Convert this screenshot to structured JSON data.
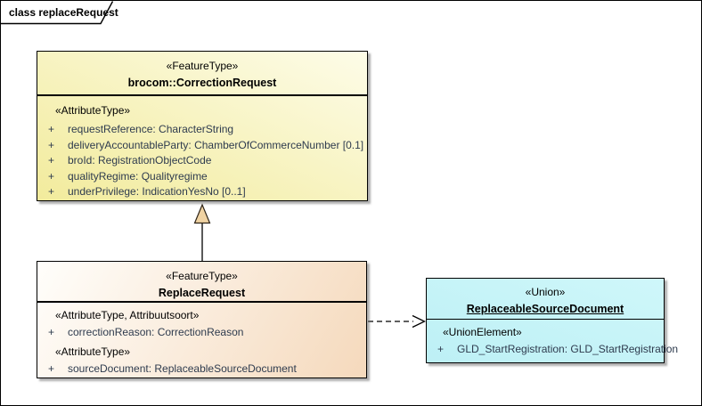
{
  "diagram_frame": {
    "label": "class replaceRequest"
  },
  "colors": {
    "correction_request_fill_start": "#f2eb9c",
    "correction_request_fill_end": "#fdfce8",
    "replace_request_fill_start": "#f5d9bc",
    "replace_request_fill_end": "#fffefb",
    "union_fill_start": "#bdf0f5",
    "union_fill_end": "#cff7fa",
    "generalization_arrow_fill": "#f0d3a3",
    "box_border": "#000000",
    "attribute_text": "#2e3b4e"
  },
  "classes": [
    {
      "stereotype": "«FeatureType»",
      "name": "brocom::CorrectionRequest",
      "compartments": [
        {
          "stereotype": "«AttributeType»",
          "attributes": [
            {
              "vis": "+",
              "text": "requestReference: CharacterString"
            },
            {
              "vis": "+",
              "text": "deliveryAccountableParty: ChamberOfCommerceNumber [0.1]"
            },
            {
              "vis": "+",
              "text": "broId: RegistrationObjectCode"
            },
            {
              "vis": "+",
              "text": "qualityRegime: Qualityregime"
            },
            {
              "vis": "+",
              "text": "underPrivilege: IndicationYesNo [0..1]"
            }
          ]
        }
      ]
    },
    {
      "stereotype": "«FeatureType»",
      "name": "ReplaceRequest",
      "compartments": [
        {
          "stereotype": "«AttributeType, Attribuutsoort»",
          "attributes": [
            {
              "vis": "+",
              "text": "correctionReason: CorrectionReason"
            }
          ]
        },
        {
          "stereotype": "«AttributeType»",
          "attributes": [
            {
              "vis": "+",
              "text": "sourceDocument: ReplaceableSourceDocument"
            }
          ]
        }
      ]
    },
    {
      "stereotype": "«Union»",
      "name": "ReplaceableSourceDocument",
      "compartments": [
        {
          "stereotype": "«UnionElement»",
          "attributes": [
            {
              "vis": "+",
              "text": "GLD_StartRegistration: GLD_StartRegistration"
            }
          ]
        }
      ]
    }
  ],
  "connectors": [
    {
      "type": "generalization",
      "from": "ReplaceRequest",
      "to": "brocom::CorrectionRequest"
    },
    {
      "type": "dependency",
      "from": "ReplaceRequest",
      "to": "ReplaceableSourceDocument",
      "line_style": "dashed"
    }
  ]
}
